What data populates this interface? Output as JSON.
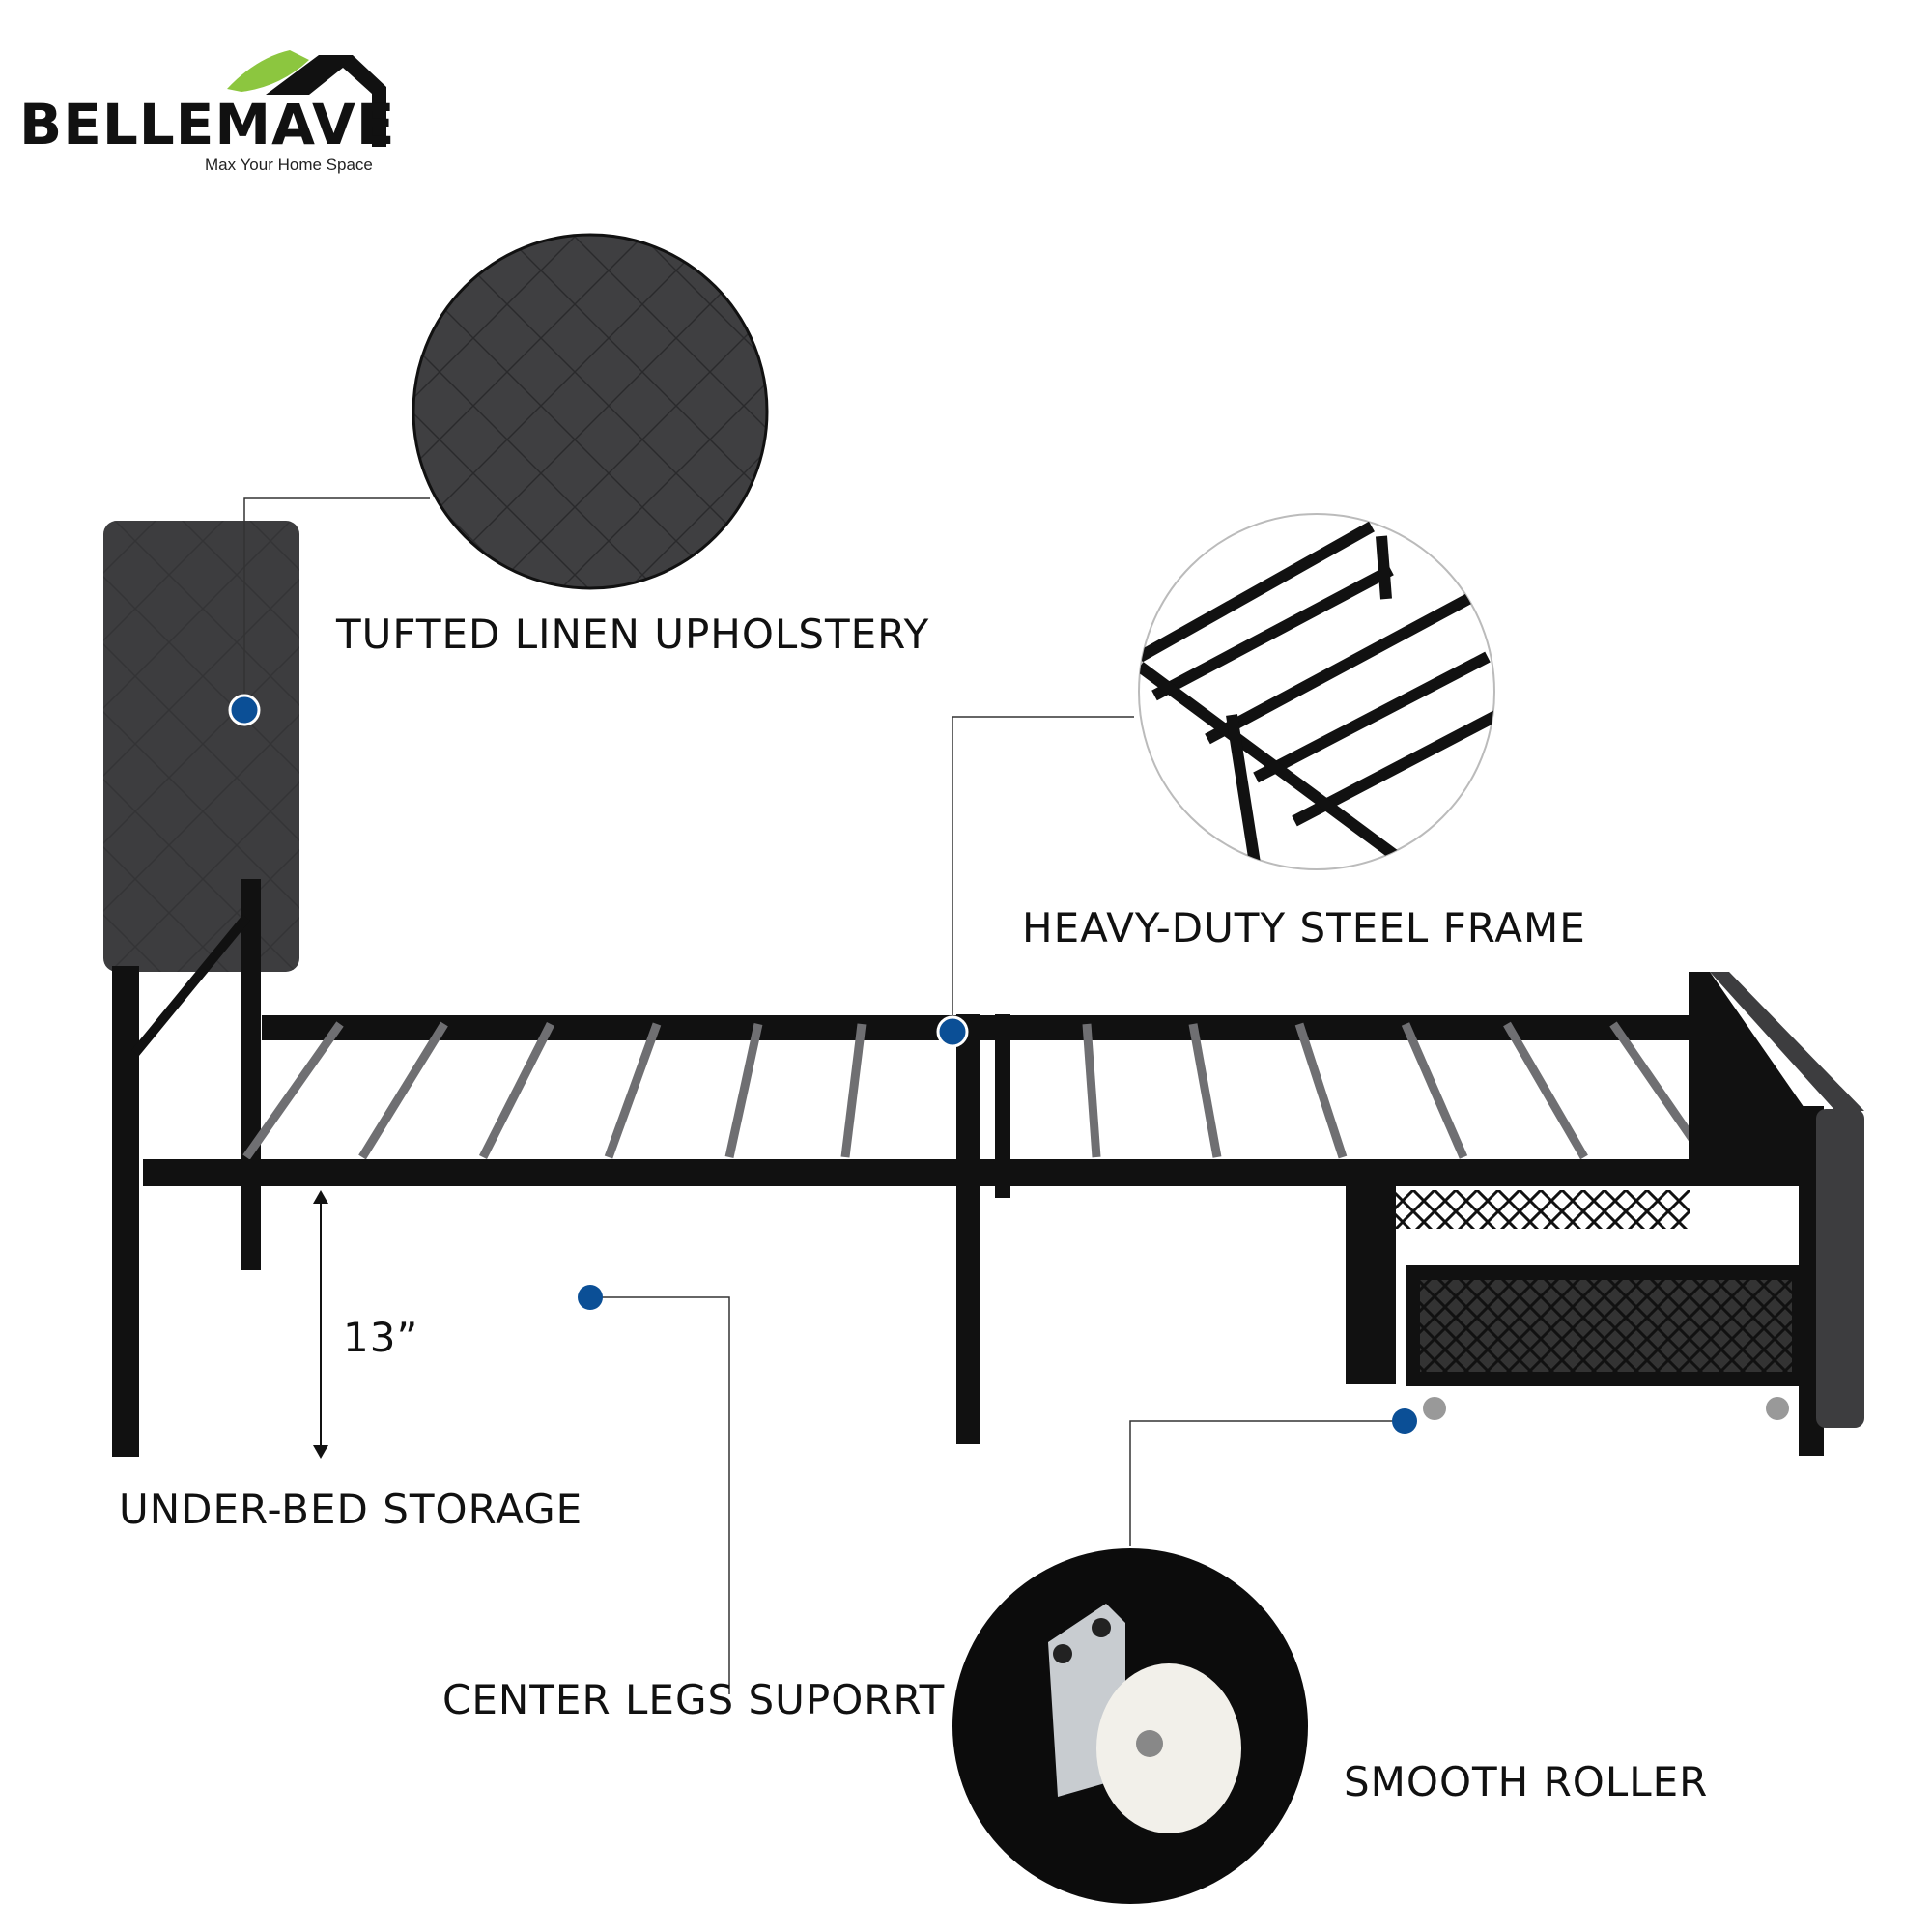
{
  "brand": {
    "name": "BELLEMAVE",
    "tagline": "Max Your Home Space",
    "accent_green": "#8cc63f"
  },
  "callouts": {
    "upholstery": "TUFTED LINEN UPHOLSTERY",
    "frame": "HEAVY-DUTY STEEL FRAME",
    "storage": "UNDER-BED STORAGE",
    "center_legs": "CENTER LEGS SUPORRT",
    "roller": "SMOOTH ROLLER"
  },
  "dimension": {
    "height_label": "13”"
  },
  "colors": {
    "dot": "#0b4f96",
    "frame": "#111111",
    "fabric": "#3d3d3f"
  }
}
